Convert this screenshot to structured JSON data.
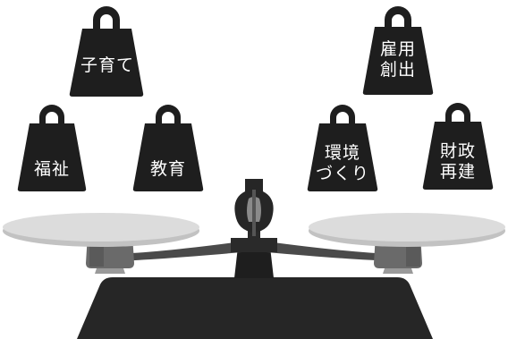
{
  "colors": {
    "weight": "#1e1e1e",
    "scale_base": "#262626",
    "scale_dark": "#3a3a3a",
    "scale_mid": "#6e6e6e",
    "scale_light": "#9a9a9a",
    "pan_top": "#dcdcdc",
    "pan_rim": "#c2c2c2",
    "weight_text": "#ffffff"
  },
  "weights": {
    "kosodate": {
      "lines": [
        "子育て"
      ],
      "icon": "weight-icon"
    },
    "koyou": {
      "lines": [
        "雇用",
        "創出"
      ],
      "icon": "weight-icon"
    },
    "fukushi": {
      "lines": [
        "福祉"
      ],
      "icon": "weight-icon"
    },
    "kyouiku": {
      "lines": [
        "教育"
      ],
      "icon": "weight-icon"
    },
    "kankyou": {
      "lines": [
        "環境",
        "づくり"
      ],
      "icon": "weight-icon"
    },
    "zaisei": {
      "lines": [
        "財政",
        "再建"
      ],
      "icon": "weight-icon"
    }
  },
  "scale": {
    "icon": "balance-scale-icon",
    "pans": 2
  }
}
